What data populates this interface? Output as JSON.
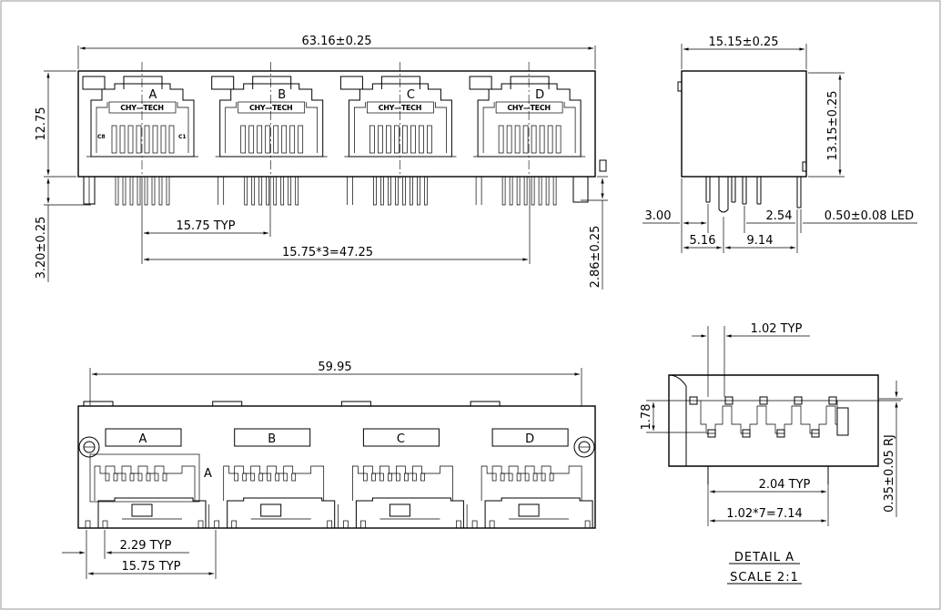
{
  "jacks": [
    "A",
    "B",
    "C",
    "D"
  ],
  "brand": "CHY—TECH",
  "pin_marks": {
    "left": "C8",
    "right": "C1"
  },
  "front_view": {
    "width": "63.16±0.25",
    "height": "12.75",
    "pin_length_left": "3.20±0.25",
    "pin_length_right": "2.86±0.25",
    "pitch": "15.75 TYP",
    "total_pitch": "15.75*3=47.25"
  },
  "side_view": {
    "depth": "15.15±0.25",
    "height": "13.15±0.25",
    "d1": "3.00",
    "d2": "2.54",
    "led": "0.50±0.08 LED",
    "d3": "5.16",
    "d4": "9.14"
  },
  "bottom_view": {
    "width": "59.95",
    "detail_ref": "A",
    "d1": "2.29 TYP",
    "d2": "15.75 TYP"
  },
  "detail": {
    "pitch_typ": "1.02 TYP",
    "row_offset": "1.78",
    "pad_pitch": "2.04 TYP",
    "total": "1.02*7=7.14",
    "rj_dim": "0.35±0.05 RJ",
    "title": "DETAIL A",
    "scale": "SCALE 2:1"
  }
}
